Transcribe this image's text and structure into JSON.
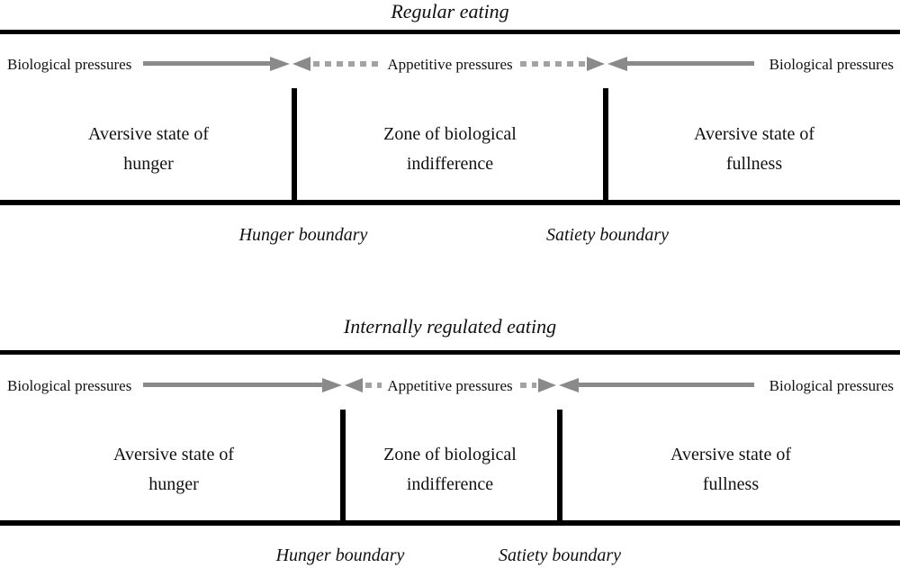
{
  "figure": {
    "colors": {
      "rule": "#000000",
      "arrow_solid": "#8a8a8a",
      "arrow_dash": "#a3a3a3",
      "text": "#111111"
    },
    "panels": [
      {
        "title": "Regular eating",
        "pressures": {
          "left": "Biological pressures",
          "center": "Appetitive pressures",
          "right": "Biological pressures"
        },
        "zones": [
          {
            "line1": "Aversive state of",
            "line2": "hunger"
          },
          {
            "line1": "Zone of biological",
            "line2": "indifference"
          },
          {
            "line1": "Aversive state of",
            "line2": "fullness"
          }
        ],
        "boundaries": {
          "hunger": "Hunger boundary",
          "satiety": "Satiety boundary"
        }
      },
      {
        "title": "Internally regulated eating",
        "pressures": {
          "left": "Biological pressures",
          "center": "Appetitive pressures",
          "right": "Biological pressures"
        },
        "zones": [
          {
            "line1": "Aversive state of",
            "line2": "hunger"
          },
          {
            "line1": "Zone of biological",
            "line2": "indifference"
          },
          {
            "line1": "Aversive state of",
            "line2": "fullness"
          }
        ],
        "boundaries": {
          "hunger": "Hunger boundary",
          "satiety": "Satiety boundary"
        }
      }
    ]
  }
}
